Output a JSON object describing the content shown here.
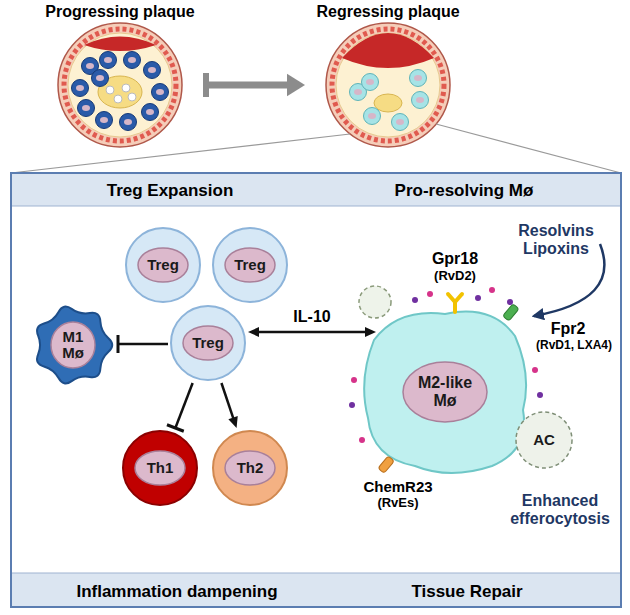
{
  "diagram": {
    "nodes": [
      {
        "text": [
          "Progressing plaque"
        ]
      },
      {
        "text": [
          "Regressing plaque"
        ]
      },
      {
        "text": [
          "Treg Expansion",
          "Pro-resolving Mø",
          "Inflammation dampening",
          "Tissue Repair"
        ]
      },
      {
        "text": [
          "Treg"
        ],
        "in": 2
      },
      {
        "text": [
          "Treg"
        ],
        "in": 2
      },
      {
        "text": [
          "Treg"
        ],
        "in": 2
      },
      {
        "text": [
          "M1 Mø"
        ],
        "in": 2
      },
      {
        "text": [
          "Th1"
        ],
        "in": 2
      },
      {
        "text": [
          "Th2"
        ],
        "in": 2
      },
      {
        "text": [
          "M2-like Mø"
        ],
        "in": 2
      },
      {
        "text": [
          "AC"
        ],
        "in": 2
      }
    ],
    "edges": [
      {
        "from": 0,
        "to": 1,
        "arrow": "to"
      },
      {
        "from": 5,
        "to": 6,
        "arrow": "to"
      },
      {
        "from": 5,
        "to": 7,
        "arrow": "to"
      },
      {
        "from": 5,
        "to": 8,
        "arrow": "to"
      },
      {
        "from": 5,
        "to": 9,
        "label": "IL-10",
        "arrow": "both"
      }
    ],
    "labels": [
      "Gpr18",
      "(RvD2)",
      "Resolvins Lipoxins",
      "Fpr2",
      "(RvD1, LXA4)",
      "ChemR23",
      "(RvEs)",
      "Enhanced efferocytosis"
    ]
  }
}
